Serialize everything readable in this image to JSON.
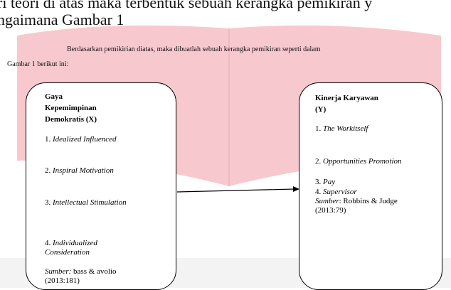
{
  "heading": {
    "line1": "ri teori di atas maka terbentuk sebuah kerangka pemikiran y",
    "line2": "ngaimana Gambar 1"
  },
  "intro": {
    "line1": "Berdasarkan pemikirian diatas, maka dibuatlah sebuah kerangka pemikiran seperti dalam",
    "line2": "Gambar 1 berikut ini:"
  },
  "left_box": {
    "title_lines": [
      "Gaya",
      "Kepemimpinan",
      "Demokratis (X)"
    ],
    "items": [
      {
        "num": "1.",
        "text": "Idealized Influenced"
      },
      {
        "num": "2.",
        "text": "Inspiral Motivation"
      },
      {
        "num": "3.",
        "text": "Intellectual Stimulation"
      },
      {
        "num": "4.",
        "text": "Individualized",
        "text2": "Consideration"
      }
    ],
    "source_label": "Sumber:",
    "source_text": "bass & avolio",
    "source_year": "(2013:181)"
  },
  "right_box": {
    "title_lines": [
      "Kinerja Karyawan",
      "(Y)"
    ],
    "items": [
      {
        "num": "1.",
        "text": "The Workitself"
      },
      {
        "num": "2.",
        "text": "Opportunities Promotion"
      },
      {
        "num": "3.",
        "text": "Pay"
      },
      {
        "num": "4.",
        "text": "Supervisor"
      }
    ],
    "source_label": "Sumber",
    "source_text": ": Robbins & Judge",
    "source_year": "(2013:79)"
  },
  "colors": {
    "book_watermark": "#f7c9cf",
    "book_edge": "#e8a8b0"
  }
}
